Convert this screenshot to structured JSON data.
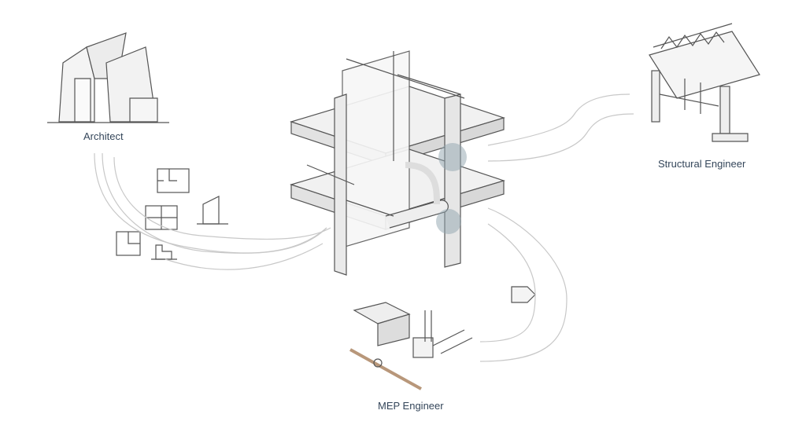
{
  "labels": {
    "architect": "Architect",
    "structural": "Structural Engineer",
    "mep": "MEP Engineer"
  },
  "colors": {
    "line": "#555555",
    "arrow": "#c4c4c4",
    "text": "#34465a",
    "highlight": "#8fa3ad",
    "pipe": "#b8977a"
  }
}
